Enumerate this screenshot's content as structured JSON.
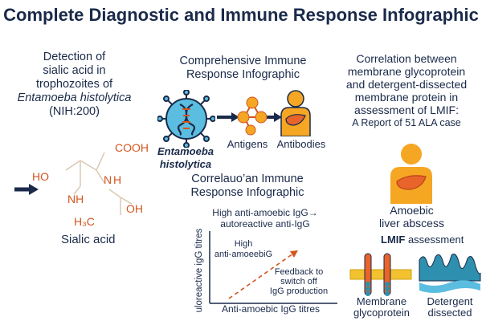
{
  "title": "Complete Diagnostic and Immune Response Infographic",
  "left_panel": {
    "header_line1": "Detection of",
    "header_line2": "sialic acid in",
    "header_line3": "trophozoites of",
    "header_italic": "Entamoeba histolytica",
    "header_line5": "(NIH:200)",
    "molecule": {
      "cooh": "COOH",
      "ho": "HO",
      "nh_top": "N",
      "nh_h": "H",
      "nh_bottom": "NH",
      "oh": "OH",
      "h3c": "H₃C"
    },
    "caption": "Sialic acid"
  },
  "middle_panel": {
    "header_line1": "Comprehensive Immune",
    "header_line2": "Response Infographic",
    "parasite_line1": "Entamoeba",
    "parasite_line2": "histolytica",
    "antigens": "Antigens",
    "antibodies": "Antibodies",
    "corr_header_line1": "Correlauo’an Immune",
    "corr_header_line2": "Response Infographic",
    "chart": {
      "top_label_line1": "High anti-amoebic IgG→",
      "top_label_line2": "autoreactive anti-IgG",
      "inner_label_line1": "High",
      "inner_label_line2": "anti-amoeebiG",
      "feedback_line1": "Feedback to",
      "feedback_line2": "switch off",
      "feedback_line3": "IgG production",
      "xlabel": "Anti-amoebic IgG titres",
      "ylabel": "uloreactive igG titres"
    }
  },
  "right_panel": {
    "header_line1": "Correlation between",
    "header_line2": "membrane glycoprotein",
    "header_line3": "and detergent-dissected",
    "header_line4": "membrane protein in",
    "header_line5": "assessment of LMIF:",
    "header_line6": "A Report of 51 ALA case",
    "amoebic_line1": "Amoebic",
    "amoebic_line2": "liver abscess",
    "lmif": "LMIF",
    "assessment": " assessment",
    "membrane_line1": "Membrane",
    "membrane_line2": "glycoprotein",
    "detergent_line1": "Detergent",
    "detergent_line2": "dissected"
  },
  "colors": {
    "navy": "#1a2a4a",
    "orange": "#d2561f",
    "liver": "#e8642a",
    "body": "#f5a623",
    "virus": "#5bbde0",
    "membrane": "#f2c230",
    "protein_teal": "#2f8fae"
  },
  "icons": [
    "arrow-right-icon",
    "pathogen-icon",
    "antigen-cluster-icon",
    "torso-liver-icon",
    "membrane-protein-icon",
    "detergent-wave-icon"
  ]
}
